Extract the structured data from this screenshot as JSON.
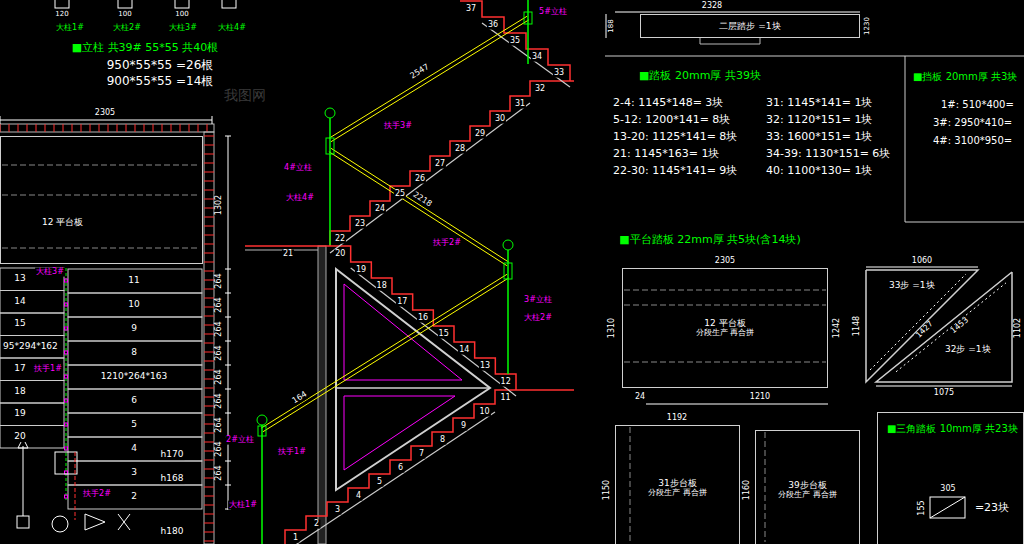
{
  "diagram": {
    "nodes": [
      {
        "text": [
          "12 平台板"
        ]
      },
      {
        "text": [
          "二层踏步 =1块"
        ]
      },
      {
        "text": [
          "12 平台板",
          "分段生产 再合拼"
        ]
      },
      {
        "text": [
          "33步 =1块"
        ]
      },
      {
        "text": [
          "32步 =1块"
        ]
      },
      {
        "text": [
          "31步台板",
          "分段生产 再合拼"
        ]
      },
      {
        "text": [
          "39步台板",
          "分段生产 再合拼"
        ]
      },
      {
        "text": [
          "■三角踏板 10mm厚 共23块"
        ]
      }
    ],
    "labels": [
      "120",
      "100",
      "100",
      "大柱1#",
      "大柱2#",
      "大柱3#",
      "大柱4#",
      "■立柱 共39# 55*55 共40根",
      "950*55*55 =26根",
      "900*55*55 =14根",
      "2305",
      "1302",
      "264",
      "264",
      "264",
      "264",
      "264",
      "264",
      "264",
      "264",
      "264",
      "13",
      "14",
      "15",
      "95*294*162",
      "17",
      "18",
      "19",
      "20",
      "11",
      "10",
      "9",
      "8",
      "1210*264*163",
      "6",
      "5",
      "4",
      "3",
      "2",
      "大柱3#",
      "扶手1#",
      "扶手2#",
      "h170",
      "h168",
      "h180",
      "2547",
      "扶手3#",
      "2218",
      "164",
      "扶手2#",
      "扶手1#",
      "4#立柱",
      "大柱4#",
      "5#立柱",
      "3#立柱",
      "大柱2#",
      "2#立柱",
      "大柱1#",
      "2328",
      "188",
      "1230",
      "■踏板 20mm厚 共39块",
      "2-4: 1145*148= 3块",
      "5-12: 1200*141= 8块",
      "13-20: 1125*141= 8块",
      "21: 1145*163= 1块",
      "22-30: 1145*141= 9块",
      "31: 1145*141= 1块",
      "32: 1120*151= 1块",
      "33: 1600*151= 1块",
      "34-39: 1130*151= 6块",
      "40: 1100*130= 1块",
      "■挡板 20mm厚 共3块",
      "1#: 510*400=",
      "3#: 2950*410=",
      "4#: 3100*950=",
      "■平台踏板 22mm厚 共5块(含14块)",
      "2305",
      "1310",
      "1242",
      "1210",
      "24",
      "1060",
      "1148",
      "1427",
      "1453",
      "1102",
      "1075",
      "1192",
      "1150",
      "1160",
      "305",
      "155",
      "=23块",
      "我图网",
      "1",
      "2",
      "3",
      "4",
      "5",
      "6",
      "7",
      "8",
      "9",
      "10",
      "11",
      "12",
      "13",
      "14",
      "15",
      "16",
      "17",
      "18",
      "19",
      "20",
      "21",
      "22",
      "23",
      "24",
      "25",
      "26",
      "27",
      "28",
      "29",
      "30",
      "31",
      "32",
      "33",
      "34",
      "35",
      "36",
      "37"
    ]
  }
}
